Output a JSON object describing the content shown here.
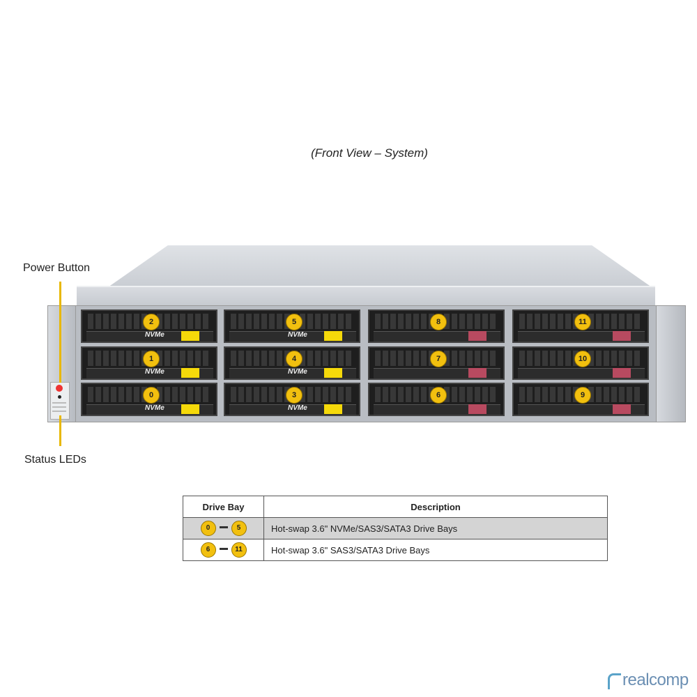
{
  "caption": "(Front View – System)",
  "callouts": {
    "power_button": "Power Button",
    "status_leds": "Status LEDs"
  },
  "bays": [
    {
      "id": "2",
      "nvme": true
    },
    {
      "id": "5",
      "nvme": true
    },
    {
      "id": "8",
      "nvme": false
    },
    {
      "id": "11",
      "nvme": false
    },
    {
      "id": "1",
      "nvme": true
    },
    {
      "id": "4",
      "nvme": true
    },
    {
      "id": "7",
      "nvme": false
    },
    {
      "id": "10",
      "nvme": false
    },
    {
      "id": "0",
      "nvme": true
    },
    {
      "id": "3",
      "nvme": true
    },
    {
      "id": "6",
      "nvme": false
    },
    {
      "id": "9",
      "nvme": false
    }
  ],
  "nvme_label": "NVMe",
  "colors": {
    "badge": "#f2c00f",
    "nvme_latch": "#f5d90a",
    "sas_latch": "#b84a60",
    "callout_line": "#e8b800"
  },
  "table": {
    "headers": [
      "Drive Bay",
      "Description"
    ],
    "rows": [
      {
        "from": "0",
        "to": "5",
        "description": "Hot-swap 3.6\" NVMe/SAS3/SATA3 Drive Bays"
      },
      {
        "from": "6",
        "to": "11",
        "description": "Hot-swap 3.6\" SAS3/SATA3 Drive Bays"
      }
    ]
  },
  "logo": "realcomp"
}
